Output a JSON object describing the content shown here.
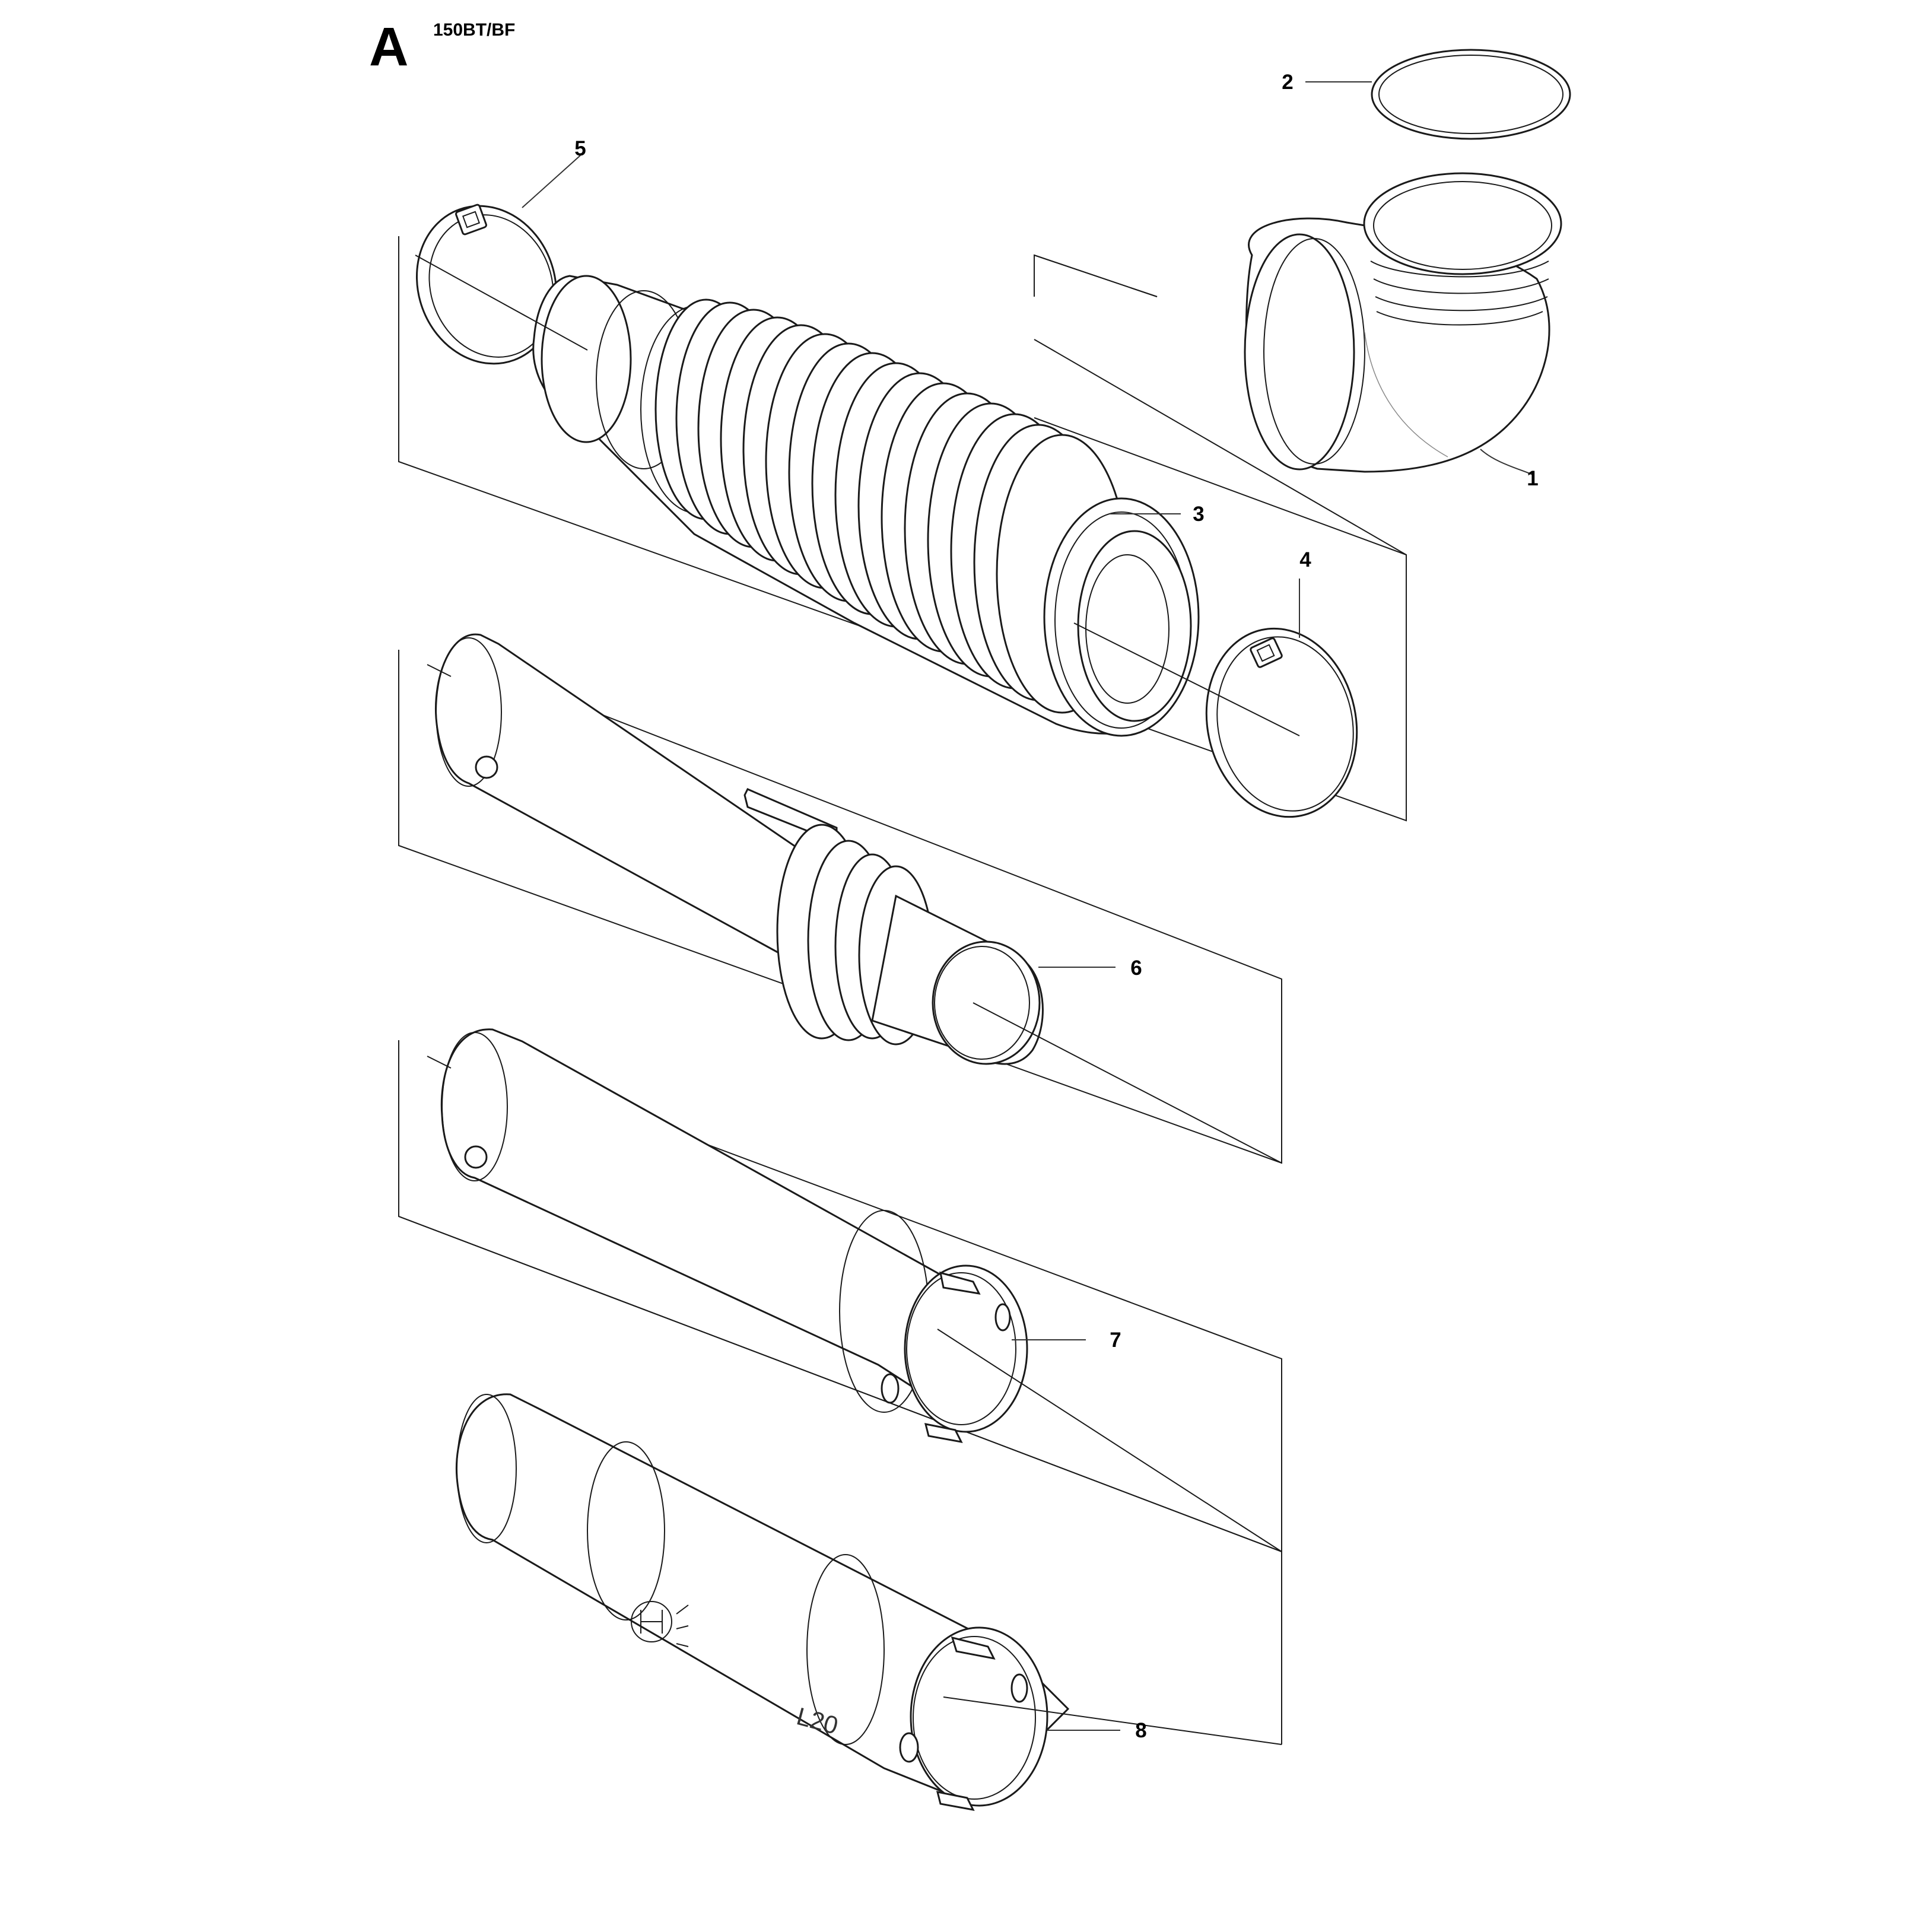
{
  "header": {
    "section_letter": "A",
    "model_code": "150BT/BF"
  },
  "callouts": [
    {
      "id": "1",
      "label": "1"
    },
    {
      "id": "2",
      "label": "2"
    },
    {
      "id": "3",
      "label": "3"
    },
    {
      "id": "4",
      "label": "4"
    },
    {
      "id": "5",
      "label": "5"
    },
    {
      "id": "6",
      "label": "6"
    },
    {
      "id": "7",
      "label": "7"
    },
    {
      "id": "8",
      "label": "8"
    }
  ],
  "part_markings": {
    "tube_8_size": "L20"
  },
  "icons": {
    "brand_logo": "husqvarna-crown-h-logo"
  }
}
